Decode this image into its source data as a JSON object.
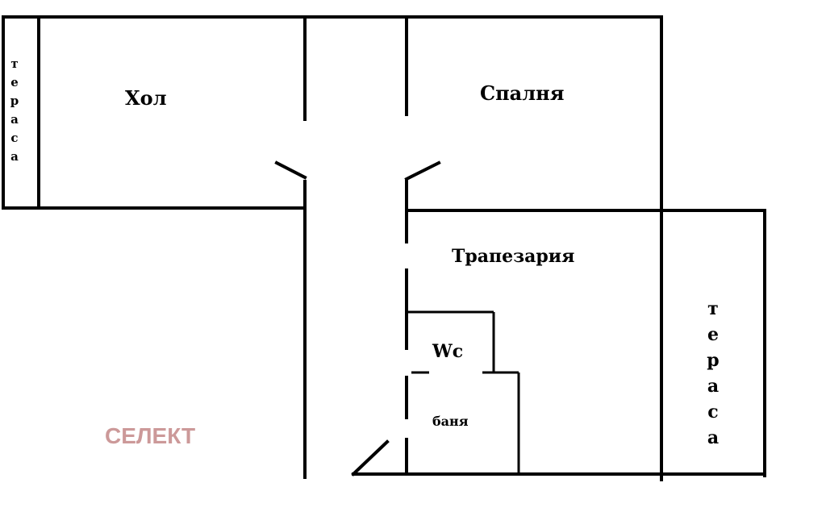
{
  "rooms": {
    "hol": "Хол",
    "spalnia": "Спалня",
    "trapezaria": "Трапезария",
    "wc": "Wc",
    "bania": "баня"
  },
  "terasa_left": [
    "т",
    "е",
    "р",
    "а",
    "с",
    "а"
  ],
  "terasa_right": [
    "т",
    "е",
    "р",
    "а",
    "с",
    "а"
  ],
  "watermark": "СЕЛЕКТ"
}
